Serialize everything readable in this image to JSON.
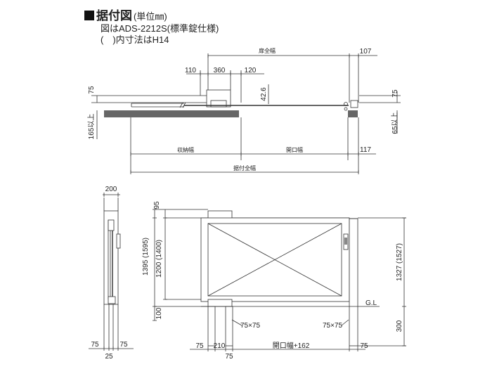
{
  "title": {
    "main": "据付図",
    "unit": "(単位㎜)",
    "note1": "図はADS-2212S(標準錠仕様)",
    "note2": "(　)内寸法はH14"
  },
  "plan": {
    "door_width": "扉全幅",
    "dim_107": "107",
    "dim_110": "110",
    "dim_360": "360",
    "dim_120": "120",
    "dim_42_6": "42.6",
    "dim_75_left": "75",
    "dim_75_right": "75",
    "dim_165": "165以上",
    "dim_65": "65以上",
    "storage_width": "収納幅",
    "opening_width": "開口幅",
    "dim_117": "117",
    "install_width": "据付全幅"
  },
  "side": {
    "dim_200": "200",
    "dim_75a": "75",
    "dim_75b": "75",
    "dim_25": "25"
  },
  "front": {
    "dim_95": "95",
    "dim_1395": "1395 (1595)",
    "dim_1200": "1200 (1400)",
    "dim_100": "100",
    "dim_1327": "1327 (1527)",
    "dim_300": "300",
    "gl": "G.L",
    "post_left": "75×75",
    "post_right": "75×75",
    "dim_75_bl": "75",
    "dim_210": "210",
    "opening_plus": "開口幅+162",
    "dim_75_br": "75",
    "dim_75_bottom": "75"
  }
}
